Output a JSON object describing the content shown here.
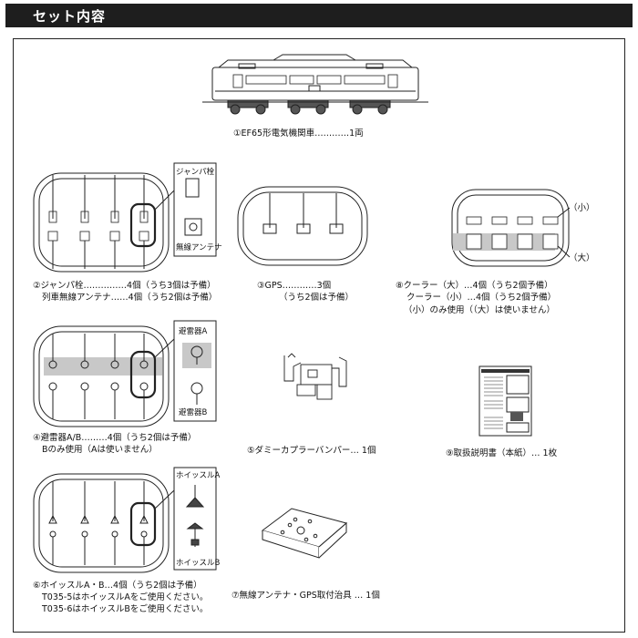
{
  "header": {
    "title": "セット内容"
  },
  "items": {
    "loco": {
      "label": "①EF65形電気機関車…………1両"
    },
    "jumper": {
      "line1": "②ジャンパ栓……………4個（うち3個は予備）",
      "line2": "列車無線アンテナ……4個（うち2個は予備）",
      "callout_top": "ジャンパ栓",
      "callout_bottom": "無線アンテナ"
    },
    "gps": {
      "line1": "③GPS…………3個",
      "line2": "（うち2個は予備）"
    },
    "cooler": {
      "line1": "⑧クーラー（大）…4個（うち2個予備）",
      "line2": "クーラー（小）…4個（うち2個予備）",
      "line3": "（小）のみ使用（（大）は使いません）",
      "tag_small": "（小）",
      "tag_large": "（大）"
    },
    "arrester": {
      "line1": "④避雷器A/B………4個（うち2個は予備）",
      "line2": "Bのみ使用（Aは使いません）",
      "callout_a": "避雷器A",
      "callout_b": "避雷器B"
    },
    "coupler": {
      "label": "⑤ダミーカプラーバンパー… 1個"
    },
    "manual": {
      "label": "⑨取扱説明書（本紙）… 1枚"
    },
    "whistle": {
      "line1": "⑥ホイッスルA・B…4個（うち2個は予備）",
      "line2": "T035-5はホイッスルAをご使用ください。",
      "line3": "T035-6はホイッスルBをご使用ください。",
      "callout_a": "ホイッスルA",
      "callout_b": "ホイッスルB"
    },
    "jig": {
      "label": "⑦無線アンテナ・GPS取付治具 … 1個"
    }
  },
  "colors": {
    "header_bg": "#1e1e1e",
    "highlight_gray": "#c8c8c8",
    "line": "#222222"
  }
}
